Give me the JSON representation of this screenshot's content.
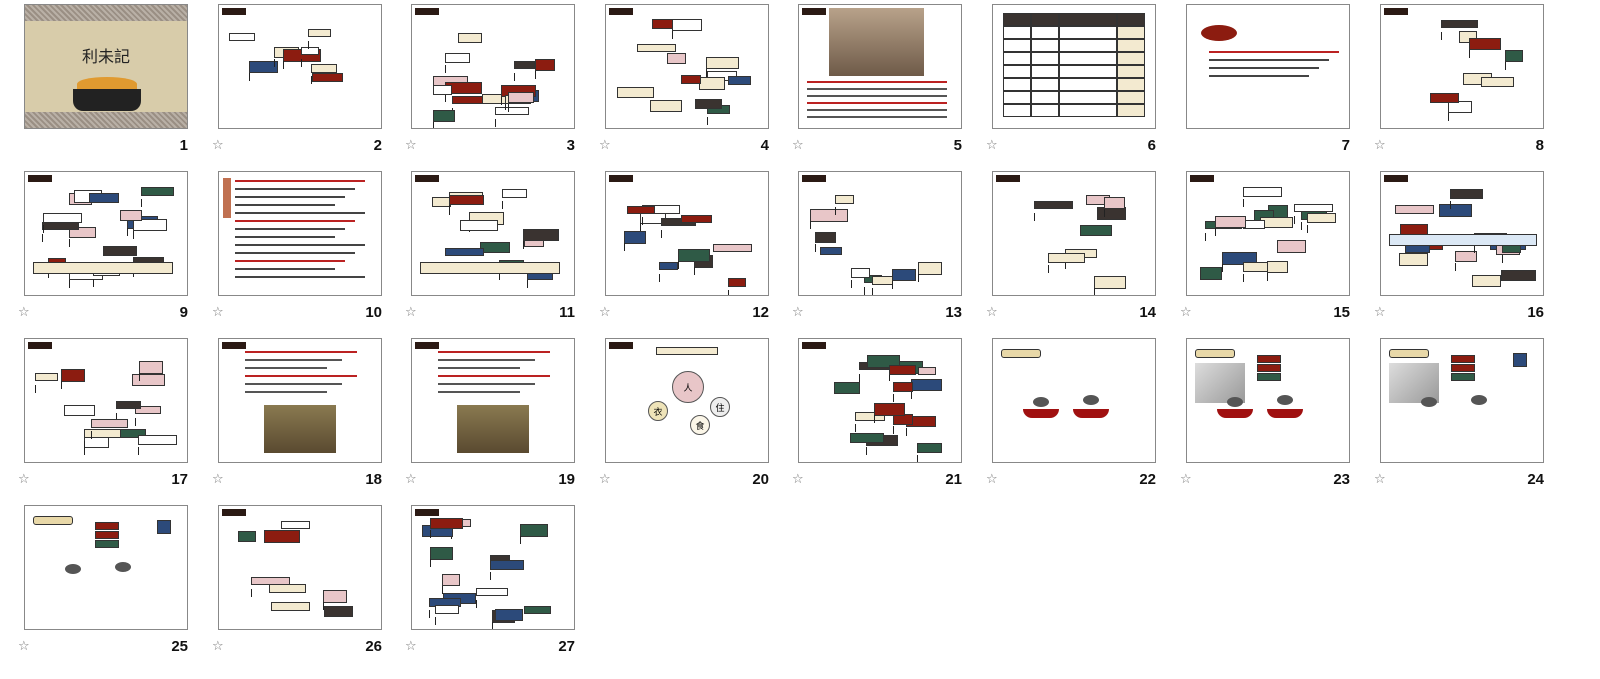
{
  "view": "slide-sorter",
  "slides": [
    {
      "number": "1",
      "title": "利未記",
      "starred": false
    },
    {
      "number": "2",
      "starred": true
    },
    {
      "number": "3",
      "starred": true
    },
    {
      "number": "4",
      "starred": true
    },
    {
      "number": "5",
      "starred": true
    },
    {
      "number": "6",
      "starred": true
    },
    {
      "number": "7",
      "starred": false
    },
    {
      "number": "8",
      "starred": true
    },
    {
      "number": "9",
      "starred": true
    },
    {
      "number": "10",
      "starred": true
    },
    {
      "number": "11",
      "starred": true
    },
    {
      "number": "12",
      "starred": true
    },
    {
      "number": "13",
      "starred": true
    },
    {
      "number": "14",
      "starred": true
    },
    {
      "number": "15",
      "starred": true
    },
    {
      "number": "16",
      "starred": true
    },
    {
      "number": "17",
      "starred": true
    },
    {
      "number": "18",
      "starred": true
    },
    {
      "number": "19",
      "starred": true
    },
    {
      "number": "20",
      "starred": true,
      "circles": [
        "人",
        "衣",
        "食",
        "住"
      ]
    },
    {
      "number": "21",
      "starred": true
    },
    {
      "number": "22",
      "starred": true
    },
    {
      "number": "23",
      "starred": true
    },
    {
      "number": "24",
      "starred": true
    },
    {
      "number": "25",
      "starred": true
    },
    {
      "number": "26",
      "starred": true
    },
    {
      "number": "27",
      "starred": true
    }
  ],
  "star_icon": "☆",
  "colors": {
    "cream": "#f3ead0",
    "pink": "#e8c6c8",
    "green": "#2f5a46",
    "red": "#8c1c10",
    "dark": "#3a3330",
    "blue": "#2c4a7a",
    "lightblue": "#dbe8f5"
  }
}
